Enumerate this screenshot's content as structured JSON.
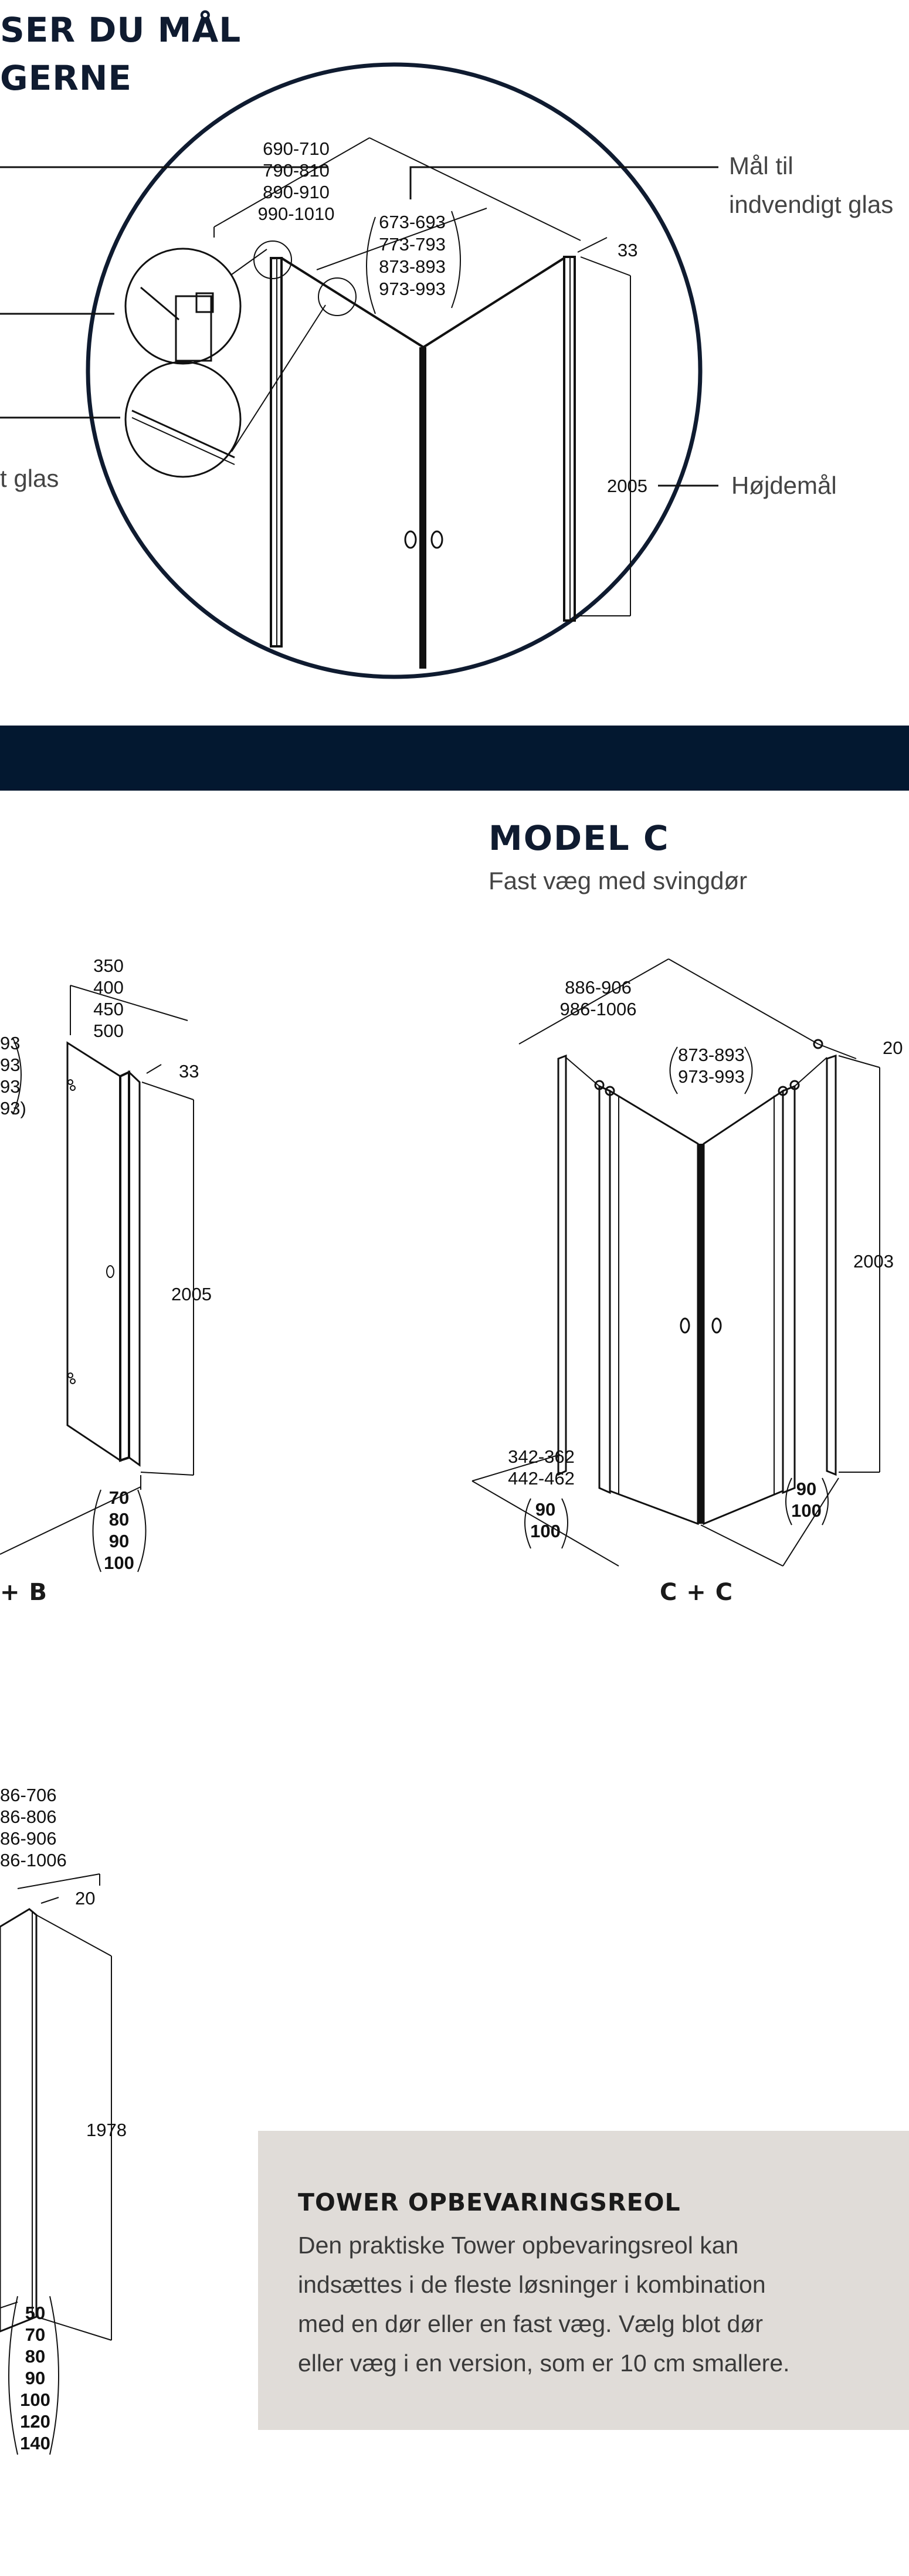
{
  "header": {
    "title_line1": "SER DU MÅL",
    "title_line2": "GERNE"
  },
  "top_diagram": {
    "labels": {
      "inner_glass_line1": "Mål til",
      "inner_glass_line2": "indvendigt glas",
      "height_label": "Højdemål",
      "left_partial": "t glas"
    },
    "dims": {
      "outer": [
        "690-710",
        "790-810",
        "890-910",
        "990-1010"
      ],
      "inner": [
        "673-693",
        "773-793",
        "873-893",
        "973-993"
      ],
      "depth": "33",
      "height": "2005"
    }
  },
  "model_c": {
    "title": "MODEL C",
    "subtitle": "Fast væg med svingdør"
  },
  "diagram_b": {
    "top": [
      "350",
      "400",
      "450",
      "500"
    ],
    "left_partial": [
      "93",
      "93",
      "93",
      "93)"
    ],
    "depth": "33",
    "height": "2005",
    "bottom": [
      "70",
      "80",
      "90",
      "100"
    ],
    "caption": "+ B"
  },
  "diagram_cc": {
    "top": [
      "886-906",
      "986-1006"
    ],
    "inner": [
      "873-893",
      "973-993"
    ],
    "depth": "20",
    "height": "2003",
    "left_bottom": [
      "342-362",
      "442-462"
    ],
    "left_bottom_bold": [
      "90",
      "100"
    ],
    "right_bottom_bold": [
      "90",
      "100"
    ],
    "caption": "C + C"
  },
  "diagram_bottom": {
    "top": [
      "86-706",
      "86-806",
      "86-906",
      "86-1006"
    ],
    "depth": "20",
    "height": "1978",
    "bottom": [
      "50",
      "70",
      "80",
      "90",
      "100",
      "120",
      "140"
    ]
  },
  "tower": {
    "title": "TOWER OPBEVARINGSREOL",
    "text_lines": [
      "Den praktiske Tower opbevaringsreol kan",
      "indsættes i de fleste løsninger i kombination",
      "med en dør eller en fast væg. Vælg blot dør",
      "eller væg i en version, som er 10 cm smallere."
    ]
  },
  "colors": {
    "navy": "#031830",
    "heading": "#0f1b30",
    "tower_bg": "#e0dcd8"
  }
}
